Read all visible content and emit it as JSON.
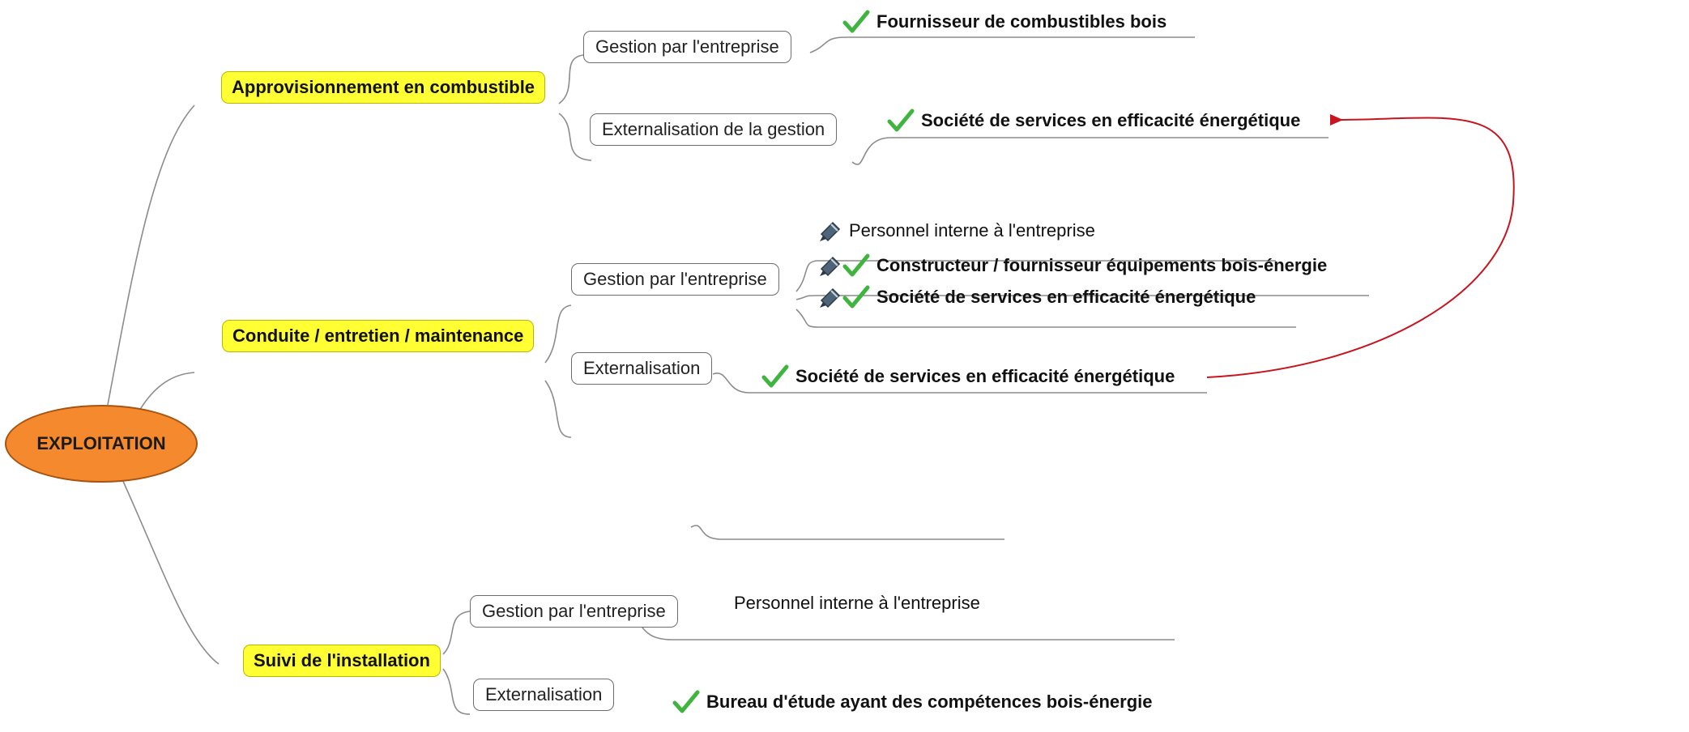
{
  "root": "EXPLOITATION",
  "branches": {
    "approvisionnement": {
      "label": "Approvisionnement en combustible",
      "gestion": {
        "label": "Gestion par l'entreprise",
        "leaf1": "Fournisseur de combustibles bois"
      },
      "externalisation": {
        "label": "Externalisation de la gestion",
        "leaf1": "Société de services en efficacité énergétique"
      }
    },
    "conduite": {
      "label": "Conduite / entretien / maintenance",
      "gestion": {
        "label": "Gestion par l'entreprise",
        "leaf1": "Personnel interne à l'entreprise",
        "leaf2": "Constructeur / fournisseur équipements bois-énergie",
        "leaf3": "Société de services en efficacité énergétique"
      },
      "externalisation": {
        "label": "Externalisation",
        "leaf1": "Société de services en efficacité énergétique"
      }
    },
    "suivi": {
      "label": "Suivi de l'installation",
      "gestion": {
        "label": "Gestion par l'entreprise",
        "leaf1": "Personnel interne à l'entreprise"
      },
      "externalisation": {
        "label": "Externalisation",
        "leaf1": "Bureau d'étude ayant des compétences bois-énergie"
      }
    }
  },
  "colors": {
    "root": "#f48a2d",
    "main": "#ffff33",
    "check": "#3fb43f",
    "relation": "#c8141e"
  },
  "icons": {
    "check": "check-icon",
    "note": "pencil-note-icon"
  }
}
